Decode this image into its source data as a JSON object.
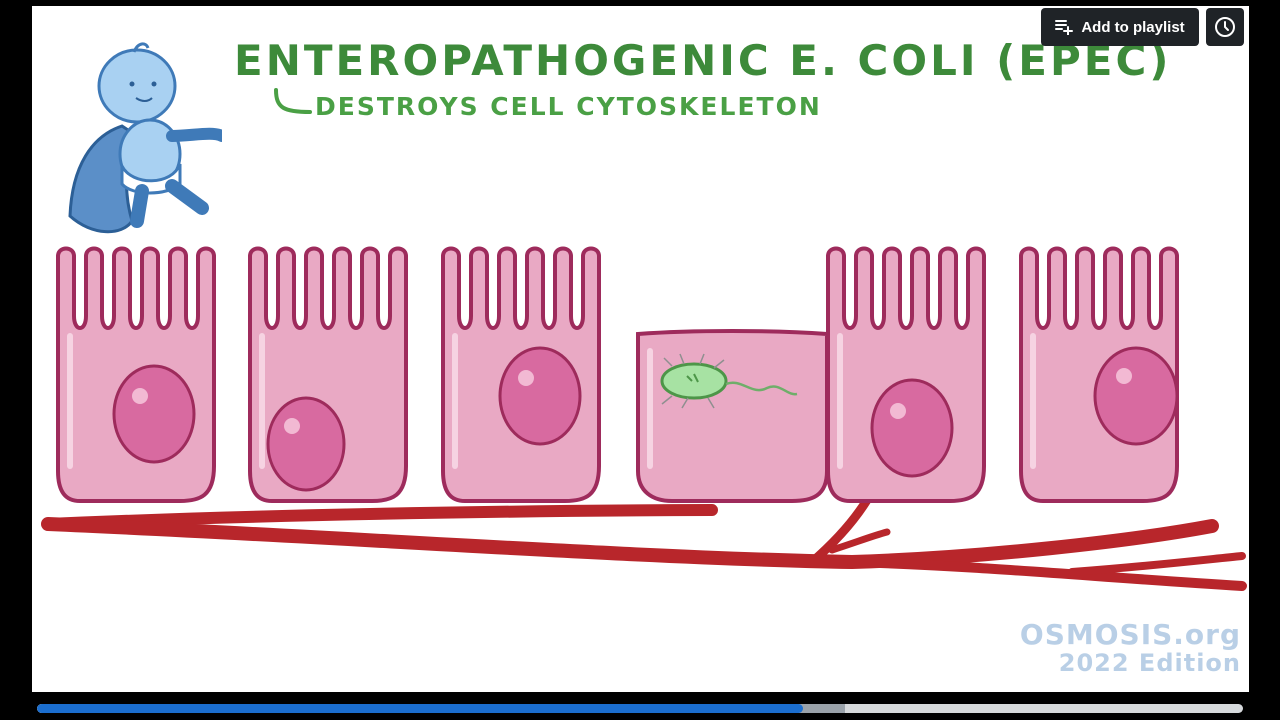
{
  "video": {
    "title": "ENTEROPATHOGENIC E. COLI (EPEC)",
    "subtitle": "DESTROYS CELL CYTOSKELETON",
    "brand_name": "OSMOSIS.org",
    "brand_edition": "2022 Edition"
  },
  "controls": {
    "playlist_label": "Add to playlist",
    "playlist_icon": "playlist-add-icon",
    "watch_later_icon": "clock-icon"
  },
  "progress": {
    "played_fraction": 0.635,
    "buffered_fraction": 0.67
  },
  "colors": {
    "title_green": "#3d8a3a",
    "cell_pink": "#e9a9c4",
    "cell_outline": "#9e2b5c",
    "nucleus": "#d86aa0",
    "vessel_red": "#b8262b",
    "progress_blue": "#1b6ecf"
  }
}
